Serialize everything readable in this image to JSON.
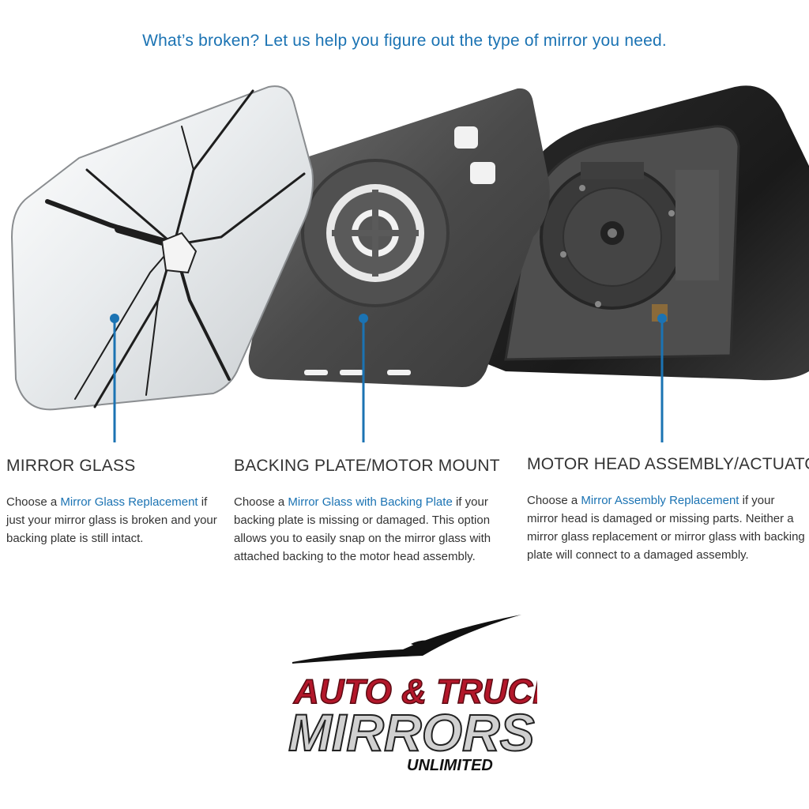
{
  "headline": "What’s broken? Let us help you figure out the type of mirror you need.",
  "sections": [
    {
      "title": "MIRROR GLASS",
      "prefix": "Choose a ",
      "link": "Mirror Glass Replacement",
      "suffix": " if just your mirror glass is broken and your backing plate is still intact."
    },
    {
      "title": "BACKING PLATE/MOTOR MOUNT",
      "prefix": "Choose a ",
      "link": "Mirror Glass with Backing Plate",
      "suffix": " if your backing plate is missing or damaged. This option allows you to easily snap on the mirror glass with attached backing to the motor head assembly."
    },
    {
      "title": "MOTOR HEAD ASSEMBLY/ACTUATOR",
      "prefix": "Choose a ",
      "link": "Mirror Assembly Replacement",
      "suffix": " if your mirror head is damaged or missing parts. Neither a mirror glass replacement or mirror glass with backing plate will connect to a damaged assembly."
    }
  ],
  "logo": {
    "line1": "AUTO & TRUCK",
    "line2": "MIRRORS",
    "line3": "UNLIMITED"
  },
  "colors": {
    "accent": "#1b73b3",
    "text": "#333333",
    "logo_red": "#b3172a"
  }
}
